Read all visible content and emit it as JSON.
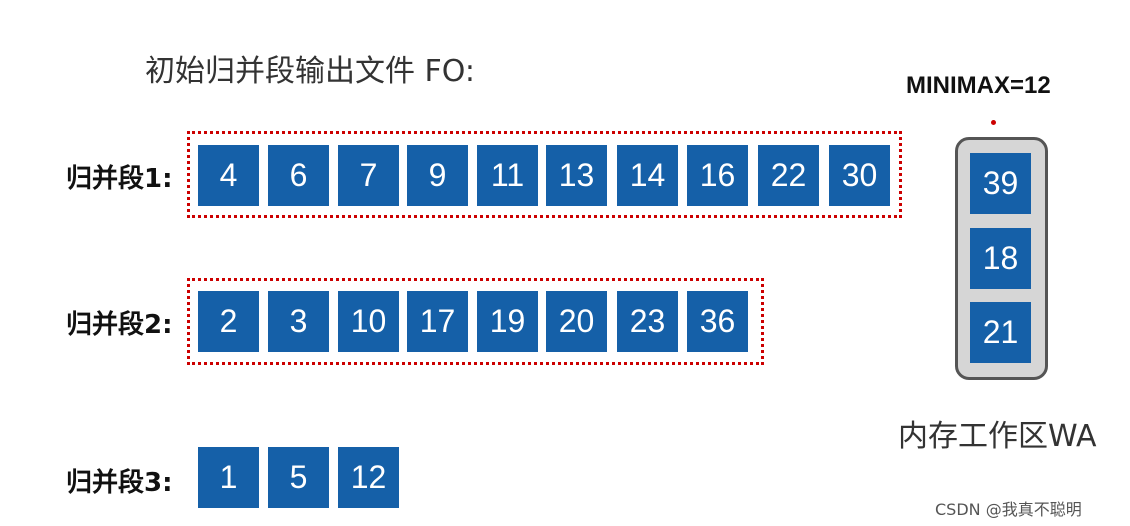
{
  "title": "初始归并段输出文件 FO:",
  "runs": [
    {
      "label": "归并段1:",
      "values": [
        "4",
        "6",
        "7",
        "9",
        "11",
        "13",
        "14",
        "16",
        "22",
        "30"
      ]
    },
    {
      "label": "归并段2:",
      "values": [
        "2",
        "3",
        "10",
        "17",
        "19",
        "20",
        "23",
        "36"
      ]
    },
    {
      "label": "归并段3:",
      "values": [
        "1",
        "5",
        "12"
      ]
    }
  ],
  "minimax": "MINIMAX=12",
  "workspace": {
    "values": [
      "39",
      "18",
      "21"
    ],
    "label": "内存工作区WA"
  },
  "watermark": "CSDN @我真不聪明",
  "colors": {
    "cell": "#1560a8",
    "dotted_border": "#cc0000",
    "workspace_bg": "#d6d6d6"
  }
}
